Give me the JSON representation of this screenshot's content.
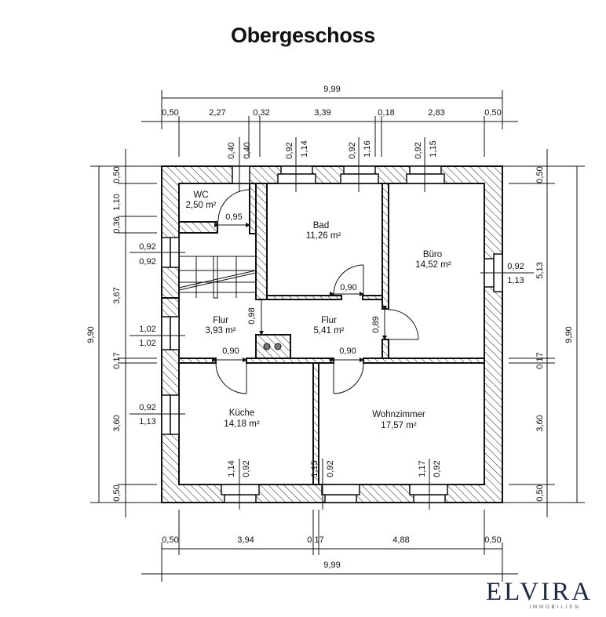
{
  "title": "Obergeschoss",
  "rooms": [
    {
      "name": "WC",
      "area": "2,50 m²"
    },
    {
      "name": "Bad",
      "area": "11,26 m²"
    },
    {
      "name": "Büro",
      "area": "14,52 m²"
    },
    {
      "name": "Flur",
      "area": "3,93 m²"
    },
    {
      "name": "Flur",
      "area": "5,41 m²"
    },
    {
      "name": "Küche",
      "area": "14,18 m²"
    },
    {
      "name": "Wohnzimmer",
      "area": "17,57 m²"
    }
  ],
  "dims": {
    "top_total": "9,99",
    "top_segments": [
      "0,50",
      "2,27",
      "0,32",
      "3,39",
      "0,18",
      "2,83",
      "0,50"
    ],
    "bottom_total": "9,99",
    "bottom_segments": [
      "0,50",
      "3,94",
      "0,17",
      "4,88",
      "0,50"
    ],
    "left_total": "9,90",
    "left_segments": [
      "0,50",
      "1,10",
      "0,36",
      "3,67",
      "0,17",
      "3,60",
      "0,50"
    ],
    "right_total": "9,90",
    "right_segments": [
      "0,50",
      "5,13",
      "0,17",
      "3,60",
      "0,50"
    ],
    "top_windows": [
      [
        "0,40",
        "0,40"
      ],
      [
        "0,92",
        "1,14"
      ],
      [
        "0,92",
        "1,16"
      ],
      [
        "0,92",
        "1,15"
      ]
    ],
    "bottom_windows": [
      [
        "1,14",
        "0,92"
      ],
      [
        "1,15",
        "0,92"
      ],
      [
        "1,17",
        "0,92"
      ]
    ],
    "left_windows": [
      [
        "0,92",
        "0,92"
      ],
      [
        "1,02",
        "1,02"
      ],
      [
        "0,92",
        "1,13"
      ]
    ],
    "right_windows": [
      [
        "0,92",
        "1,13"
      ]
    ],
    "doors": [
      "0,95",
      "0,90",
      "0,90",
      "0,90"
    ],
    "inner": [
      "0,98",
      "0,89"
    ]
  },
  "logo": {
    "brand": "ELVIRA",
    "sub": "IMMOBILIEN"
  }
}
